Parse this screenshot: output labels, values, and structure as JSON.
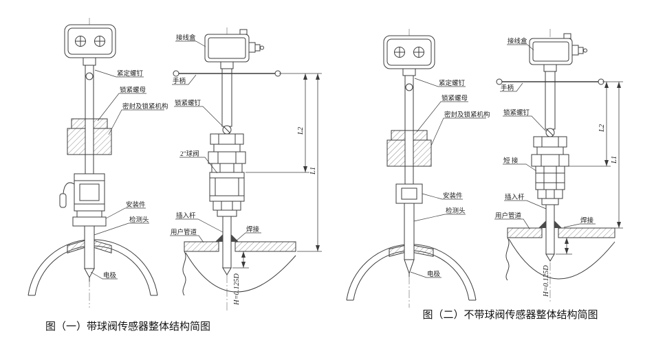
{
  "figure1": {
    "caption": "图（一）带球阀传感器整体结构简图",
    "left_labels": {
      "set_screw": "紧定螺钉",
      "lock_nut": "锁紧螺母",
      "seal_lock_mech": "密封及锁紧机构",
      "mounting_part": "安装件",
      "probe_head": "检测头",
      "electrode": "电极"
    },
    "right_labels": {
      "junction_box": "接线盒",
      "handle": "手柄",
      "lock_screw": "锁紧螺钉",
      "ball_valve": "2\"球阀",
      "insertion_rod": "插入杆",
      "user_pipe": "用户管道",
      "weld": "焊接"
    },
    "dimensions": {
      "l2": "L2",
      "l1": "L1",
      "h": "H=0.125D"
    }
  },
  "figure2": {
    "caption": "图（二）不带球阀传感器整体结构简图",
    "left_labels": {
      "set_screw": "紧定螺钉",
      "lock_nut": "锁紧螺母",
      "seal_lock_mech": "密封及锁紧机构",
      "mounting_part": "安装件",
      "probe_head": "检测头",
      "electrode": "电极"
    },
    "right_labels": {
      "junction_box": "接线盒",
      "handle": "手柄",
      "lock_screw": "锁紧螺钉",
      "short_nipple": "短  接",
      "insertion_rod": "插入杆",
      "user_pipe": "用户管道",
      "weld": "焊接"
    },
    "dimensions": {
      "l2": "L2",
      "l1": "L1",
      "h": "H=0.125D"
    }
  }
}
